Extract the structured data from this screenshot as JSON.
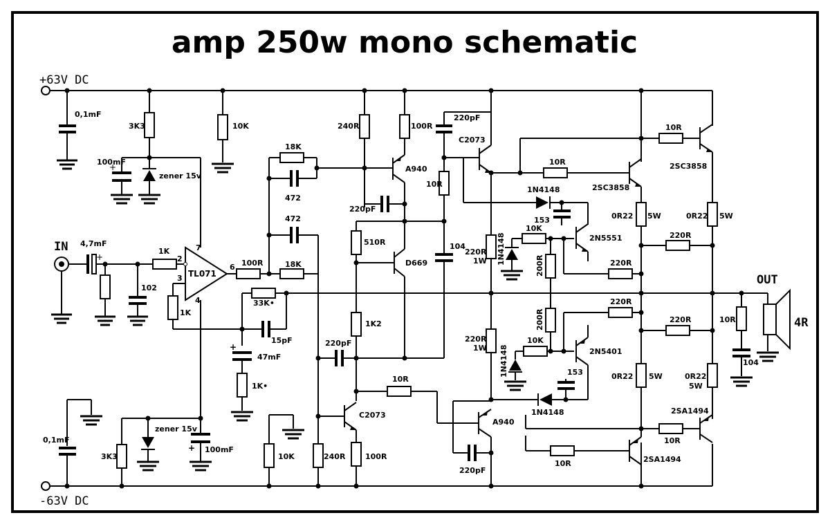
{
  "title": "amp 250w mono schematic",
  "rails": {
    "pos": "+63V DC",
    "neg": "-63V DC"
  },
  "io": {
    "in": "IN",
    "out": "OUT",
    "load": "4R"
  },
  "labels": {
    "c_top": "0,1mF",
    "c_bot": "0,1mF",
    "r3k3_top": "3K3",
    "r3k3_bot": "3K3",
    "c100_top": "100mF",
    "c100_bot": "100mF",
    "zener_top": "zener 15v",
    "zener_bot": "zener 15v",
    "r10k_a": "10K",
    "r10k_b": "10K",
    "c47": "4,7mF",
    "r1k_in": "1K",
    "c102": "102",
    "opamp": "TL071",
    "pin7": "7",
    "pin2": "2",
    "pin3": "3",
    "pin4": "4",
    "pin6": "6",
    "r1k_b": "1K",
    "r18k_a": "18K",
    "c472_a": "472",
    "c472_b": "472",
    "r100r": "100R",
    "r18k_b": "18K",
    "r33k": "33K•",
    "c15p": "15pF",
    "c47mf": "47mF",
    "r1k_c": "1K•",
    "r240_top": "240R",
    "r100_top": "100R",
    "q_a940_top": "A940",
    "c220_a": "220pF",
    "r510": "510R",
    "q_d669": "D669",
    "r1k2": "1K2",
    "c220_b": "220pF",
    "q_c2073_bot": "C2073",
    "r240_bot": "240R",
    "r100_bot": "100R",
    "c220_c": "220pF",
    "q_c2073_top": "C2073",
    "r10r_a": "10R",
    "c104_a": "104",
    "r220_1w_top": "220R\n1W",
    "r220_1w_bot": "220R\n1W",
    "d_1n4148_a": "1N4148",
    "d_1n4148_b": "1N4148",
    "d_1n4148_c": "1N4148",
    "d_1n4148_d": "1N4148",
    "c153_a": "153",
    "c153_b": "153",
    "r10k_c": "10K",
    "r10k_d": "10K",
    "r200_a": "200R",
    "r200_b": "200R",
    "q_2n5551": "2N5551",
    "q_2n5401": "2N5401",
    "r10r_b": "10R",
    "r10r_c": "10R",
    "r10r_d": "10R",
    "r10r_e": "10R",
    "r10r_f": "10R",
    "q_2sc3858_a": "2SC3858",
    "q_2sc3858_b": "2SC3858",
    "q_2sa1494_a": "2SA1494",
    "q_2sa1494_b": "2SA1494",
    "q_a940_bot": "A940",
    "c220_d": "220pF",
    "r0r22_a": "0R22",
    "r0r22_b": "0R22",
    "r0r22_c": "0R22",
    "r0r22_d": "0R22",
    "r5w_a": "5W",
    "r5w_b": "5W",
    "r5w_c": "5W",
    "r5w_d": "5W",
    "r220_a": "220R",
    "r220_b": "220R",
    "r220_c": "220R",
    "r220_d": "220R",
    "r10r_out": "10R",
    "c104_out": "104"
  }
}
